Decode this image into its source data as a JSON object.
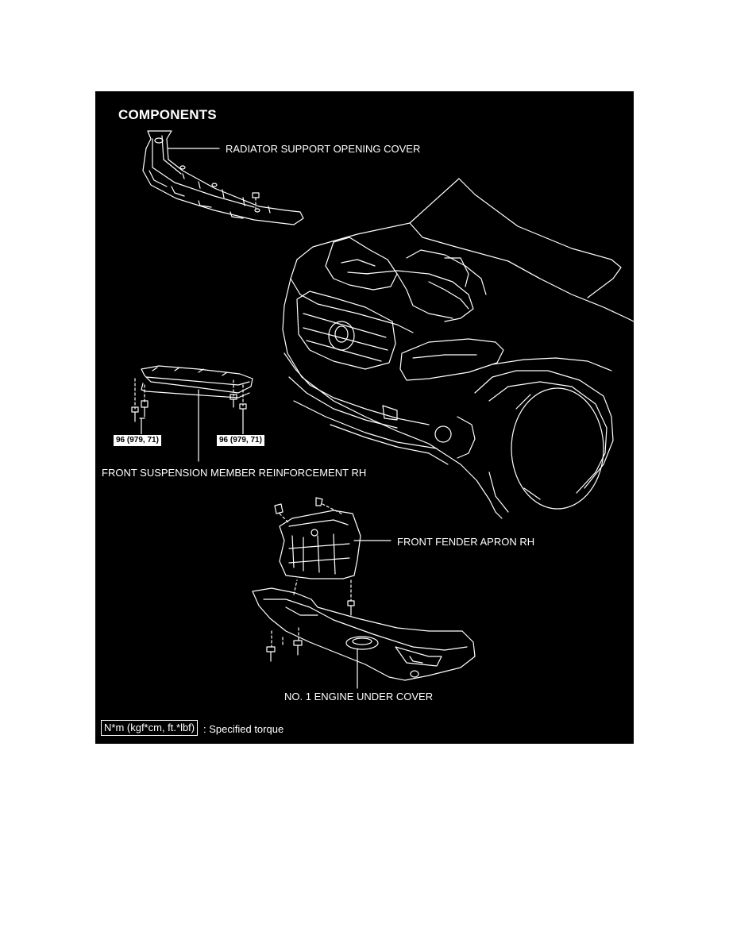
{
  "diagram": {
    "title": "COMPONENTS",
    "labels": {
      "radiator_cover": "RADIATOR SUPPORT OPENING COVER",
      "front_suspension": "FRONT SUSPENSION MEMBER REINFORCEMENT RH",
      "fender_apron": "FRONT FENDER APRON RH",
      "engine_under_cover": "NO. 1 ENGINE UNDER COVER"
    },
    "torque_values": [
      "96 (979, 71)",
      "96 (979, 71)"
    ],
    "legend": {
      "unit_box": "N*m (kgf*cm, ft.*lbf)",
      "description": ": Specified torque"
    }
  }
}
